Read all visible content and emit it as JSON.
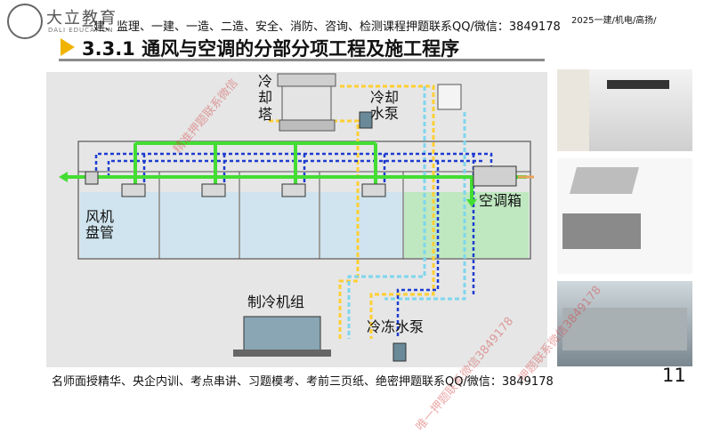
{
  "header": {
    "logo_text": "大立教育",
    "logo_en": "DALI EDUCATION",
    "banner": "一建、监理、一建、一造、二造、安全、消防、咨询、检测课程押题联系QQ/微信：3849178",
    "top_right": "2025一建/机电/高扬/"
  },
  "slide": {
    "title": "3.3.1 通风与空调的分部分项工程及施工程序",
    "page_number": "11"
  },
  "diagram": {
    "labels": {
      "cooling_tower": "冷\n却\n塔",
      "cooling_pump": "冷却\n水泵",
      "fan_coil": "风机\n盘管",
      "ahu": "空调箱",
      "chiller": "制冷机组",
      "chilled_pump": "冷冻水泵"
    },
    "colors": {
      "background": "#e6e6e6",
      "room_fill": "#cfe4ee",
      "ahu_room_fill": "#bfe8c0",
      "duct_green": "#44dd33",
      "chilled_water_blue": "#1e3cd0",
      "cooling_water_yellow": "#ffcf33",
      "return_water_cyan": "#7ed6ee",
      "condenser_orange": "#e8a45a"
    }
  },
  "footer": {
    "text": "名师面授精华、央企内训、考点串讲、习题模考、考前三页纸、绝密押题联系QQ/微信：3849178"
  },
  "watermarks": [
    "精准押题联系微信",
    "押题联系微信3849178",
    "唯一押题联系微信3849178"
  ],
  "side_photos": [
    {
      "name": "ceiling-fan-coil-photo"
    },
    {
      "name": "fan-coil-unit-photo"
    },
    {
      "name": "cooling-tower-photo"
    }
  ]
}
